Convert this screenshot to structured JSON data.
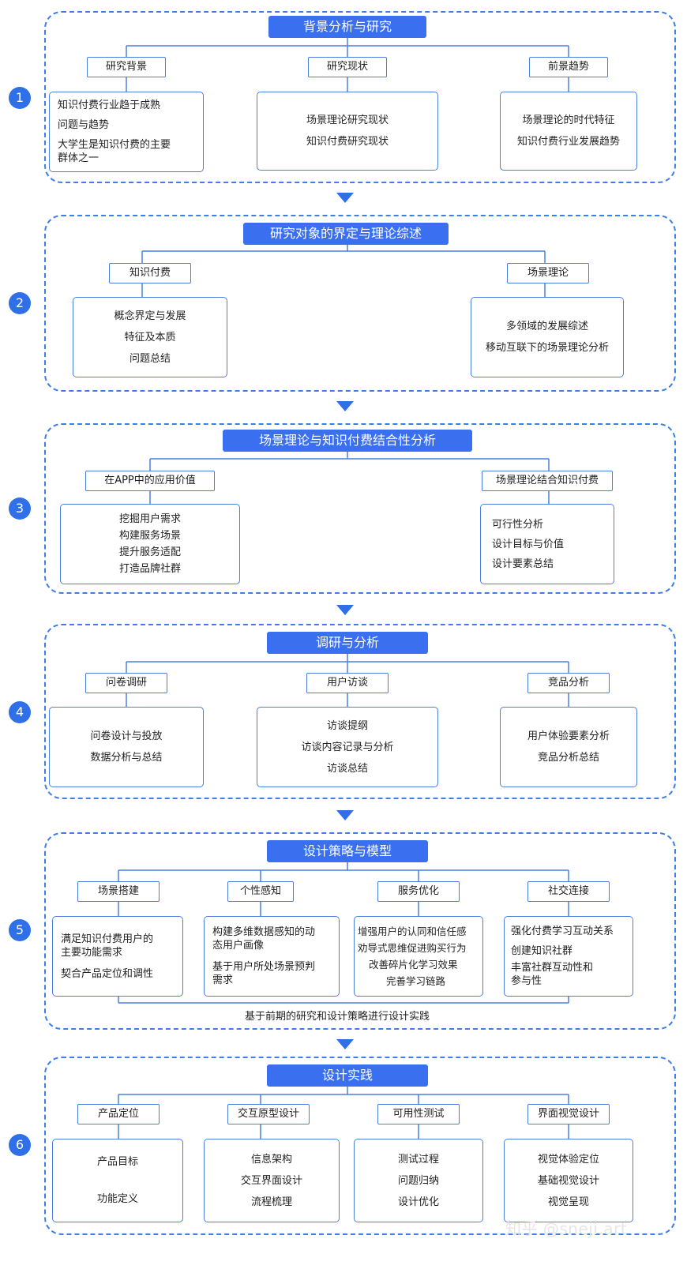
{
  "sections": [
    {
      "num": "1",
      "title": "背景分析与研究",
      "subs": [
        {
          "label": "研究背景",
          "lines": [
            "知识付费行业趋于成熟",
            "问题与趋势",
            "大学生是知识付费的主要",
            "群体之一"
          ]
        },
        {
          "label": "研究现状",
          "lines": [
            "场景理论研究现状",
            "知识付费研究现状"
          ]
        },
        {
          "label": "前景趋势",
          "lines": [
            "场景理论的时代特征",
            "知识付费行业发展趋势"
          ]
        }
      ]
    },
    {
      "num": "2",
      "title": "研究对象的界定与理论综述",
      "subs": [
        {
          "label": "知识付费",
          "lines": [
            "概念界定与发展",
            "特征及本质",
            "问题总结"
          ]
        },
        {
          "label": "场景理论",
          "lines": [
            "多领域的发展综述",
            "移动互联下的场景理论分析"
          ]
        }
      ]
    },
    {
      "num": "3",
      "title": "场景理论与知识付费结合性分析",
      "subs": [
        {
          "label": "在APP中的应用价值",
          "lines": [
            "挖掘用户需求",
            "构建服务场景",
            "提升服务适配",
            "打造品牌社群"
          ]
        },
        {
          "label": "场景理论结合知识付费",
          "lines": [
            "可行性分析",
            "设计目标与价值",
            "设计要素总结"
          ]
        }
      ]
    },
    {
      "num": "4",
      "title": "调研与分析",
      "subs": [
        {
          "label": "问卷调研",
          "lines": [
            "问卷设计与投放",
            "数据分析与总结"
          ]
        },
        {
          "label": "用户访谈",
          "lines": [
            "访谈提纲",
            "访谈内容记录与分析",
            "访谈总结"
          ]
        },
        {
          "label": "竞品分析",
          "lines": [
            "用户体验要素分析",
            "竞品分析总结"
          ]
        }
      ]
    },
    {
      "num": "5",
      "title": "设计策略与模型",
      "subs": [
        {
          "label": "场景搭建",
          "lines": [
            "满足知识付费用户的",
            "主要功能需求",
            "契合产品定位和调性"
          ]
        },
        {
          "label": "个性感知",
          "lines": [
            "构建多维数据感知的动",
            "态用户画像",
            "基于用户所处场景预判",
            "需求"
          ]
        },
        {
          "label": "服务优化",
          "lines": [
            "增强用户的认同和信任感",
            "劝导式思维促进购买行为",
            "改善碎片化学习效果",
            "完善学习链路"
          ]
        },
        {
          "label": "社交连接",
          "lines": [
            "强化付费学习互动关系",
            "创建知识社群",
            "丰富社群互动性和",
            "参与性"
          ]
        }
      ],
      "note": "基于前期的研究和设计策略进行设计实践"
    },
    {
      "num": "6",
      "title": "设计实践",
      "subs": [
        {
          "label": "产品定位",
          "lines": [
            "产品目标",
            "功能定义"
          ]
        },
        {
          "label": "交互原型设计",
          "lines": [
            "信息架构",
            "交互界面设计",
            "流程梳理"
          ]
        },
        {
          "label": "可用性测试",
          "lines": [
            "测试过程",
            "问题归纳",
            "设计优化"
          ]
        },
        {
          "label": "界面视觉设计",
          "lines": [
            "视觉体验定位",
            "基础视觉设计",
            "视觉呈现"
          ]
        }
      ]
    }
  ],
  "watermark": "知乎 @sneji.art",
  "colors": {
    "accent": "#3a6ff0",
    "border": "#4a7fe0",
    "dash": "#3d7fe6"
  }
}
